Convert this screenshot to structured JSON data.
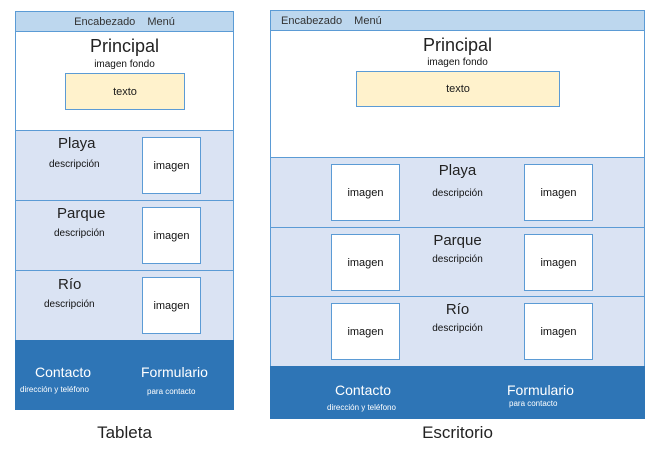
{
  "tablet": {
    "header": {
      "left": "Encabezado",
      "right": "Menú"
    },
    "main": {
      "title": "Principal",
      "subtitle": "imagen fondo",
      "textbox": "texto"
    },
    "sections": [
      {
        "title": "Playa",
        "desc": "descripción",
        "image": "imagen"
      },
      {
        "title": "Parque",
        "desc": "descripción",
        "image": "imagen"
      },
      {
        "title": "Río",
        "desc": "descripción",
        "image": "imagen"
      }
    ],
    "footer": {
      "contact_title": "Contacto",
      "contact_sub": "dirección y teléfono",
      "form_title": "Formulario",
      "form_sub": "para contacto"
    },
    "caption": "Tableta"
  },
  "desktop": {
    "header": {
      "left": "Encabezado",
      "right": "Menú"
    },
    "main": {
      "title": "Principal",
      "subtitle": "imagen fondo",
      "textbox": "texto"
    },
    "sections": [
      {
        "title": "Playa",
        "desc": "descripción",
        "image_left": "imagen",
        "image_right": "imagen"
      },
      {
        "title": "Parque",
        "desc": "descripción",
        "image_left": "imagen",
        "image_right": "imagen"
      },
      {
        "title": "Río",
        "desc": "descripción",
        "image_left": "imagen",
        "image_right": "imagen"
      }
    ],
    "footer": {
      "contact_title": "Contacto",
      "contact_sub": "dirección y teléfono",
      "form_title": "Formulario",
      "form_sub": "para contacto"
    },
    "caption": "Escritorio"
  },
  "colors": {
    "header": "#bdd7ee",
    "section": "#dae3f3",
    "textbox": "#fff2cc",
    "footer": "#2e75b6",
    "border": "#5b9bd5"
  }
}
